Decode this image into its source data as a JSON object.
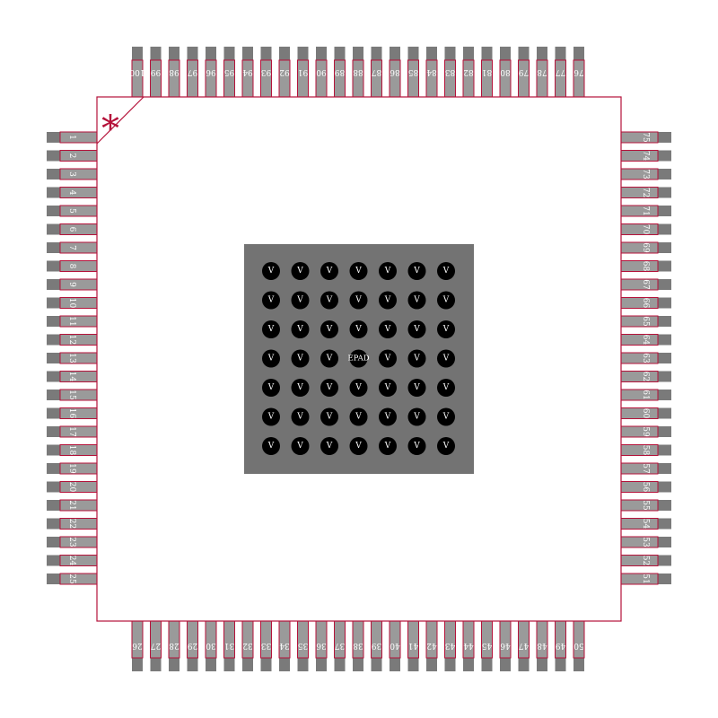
{
  "footprint": {
    "pin1_marker": "*",
    "epad_label": "EPAD",
    "via_label": "V",
    "via_rows": 7,
    "via_cols": 7,
    "pins": {
      "left": [
        "1",
        "2",
        "3",
        "4",
        "5",
        "6",
        "7",
        "8",
        "9",
        "10",
        "11",
        "12",
        "13",
        "14",
        "15",
        "16",
        "17",
        "18",
        "19",
        "20",
        "21",
        "22",
        "23",
        "24",
        "25"
      ],
      "bottom": [
        "26",
        "27",
        "28",
        "29",
        "30",
        "31",
        "32",
        "33",
        "34",
        "35",
        "36",
        "37",
        "38",
        "39",
        "40",
        "41",
        "42",
        "43",
        "44",
        "45",
        "46",
        "47",
        "48",
        "49",
        "50"
      ],
      "right": [
        "51",
        "52",
        "53",
        "54",
        "55",
        "56",
        "57",
        "58",
        "59",
        "60",
        "61",
        "62",
        "63",
        "64",
        "65",
        "66",
        "67",
        "68",
        "69",
        "70",
        "71",
        "72",
        "73",
        "74",
        "75"
      ],
      "top": [
        "76",
        "77",
        "78",
        "79",
        "80",
        "81",
        "82",
        "83",
        "84",
        "85",
        "86",
        "87",
        "88",
        "89",
        "90",
        "91",
        "92",
        "93",
        "94",
        "95",
        "96",
        "97",
        "98",
        "99",
        "100"
      ]
    },
    "colors": {
      "pad": "#7a7a7a",
      "pad_inner": "#9a9a9a",
      "outline": "#b5123a",
      "epad": "#737373",
      "via": "#000000",
      "pin_text": "#ffffff"
    }
  }
}
